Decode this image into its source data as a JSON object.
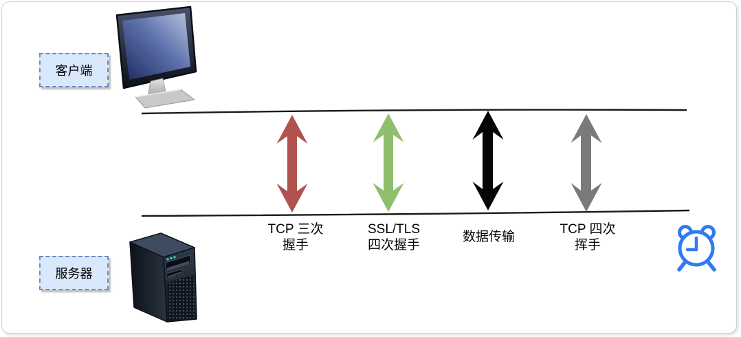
{
  "diagram": {
    "client_label": "客户端",
    "server_label": "服务器",
    "steps": [
      {
        "id": "tcp-three-way-handshake",
        "line1": "TCP 三次",
        "line2": "握手",
        "arrow_color": "#b05250"
      },
      {
        "id": "ssl-tls-four-way-handshake",
        "line1": "SSL/TLS",
        "line2": "四次握手",
        "arrow_color": "#8fbe6e"
      },
      {
        "id": "data-transfer",
        "line1": "数据传输",
        "line2": "",
        "arrow_color": "#060606"
      },
      {
        "id": "tcp-four-way-wave",
        "line1": "TCP 四次",
        "line2": "挥手",
        "arrow_color": "#7a7a7a"
      }
    ],
    "icons": {
      "client": "desktop-monitor",
      "server": "server-tower",
      "timer": "alarm-clock"
    },
    "colors": {
      "timeline": "#1a1a1a",
      "clock_blue": "#2e7bf6",
      "node_fill": "#dae8fc",
      "node_border": "#6c8ebf"
    }
  }
}
